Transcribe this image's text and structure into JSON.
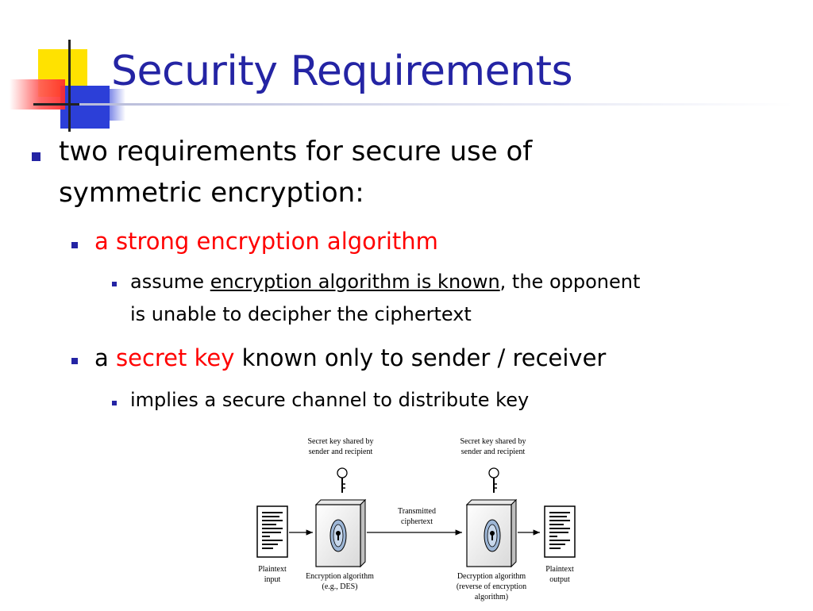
{
  "slide": {
    "title": "Security Requirements",
    "bullets": {
      "l1": {
        "line1": "two requirements for secure use of",
        "line2": "symmetric encryption:"
      },
      "l2a": "a strong encryption algorithm",
      "l3a": {
        "prefix": "assume ",
        "underlined": "encryption algorithm is known",
        "suffix": ", the opponent",
        "line2": "is unable to decipher the ciphertext"
      },
      "l2b": {
        "prefix": "a ",
        "highlight": "secret key",
        "suffix": " known only to sender / receiver"
      },
      "l3b": "implies a secure channel to distribute key"
    },
    "colors": {
      "title": "#2424a4",
      "highlight": "#ff0000",
      "bullet": "#2424a4"
    }
  },
  "diagram": {
    "key_label_left": {
      "line1": "Secret key shared by",
      "line2": "sender and recipient"
    },
    "key_label_right": {
      "line1": "Secret key shared by",
      "line2": "sender and recipient"
    },
    "transmitted": {
      "line1": "Transmitted",
      "line2": "ciphertext"
    },
    "plaintext_input": {
      "line1": "Plaintext",
      "line2": "input"
    },
    "encryption": {
      "line1": "Encryption algorithm",
      "line2": "(e.g., DES)"
    },
    "decryption": {
      "line1": "Decryption algorithm",
      "line2": "(reverse of encryption",
      "line3": "algorithm)"
    },
    "plaintext_output": {
      "line1": "Plaintext",
      "line2": "output"
    },
    "icons": [
      "document-icon",
      "key-icon",
      "lock-icon",
      "arrow-icon"
    ]
  }
}
